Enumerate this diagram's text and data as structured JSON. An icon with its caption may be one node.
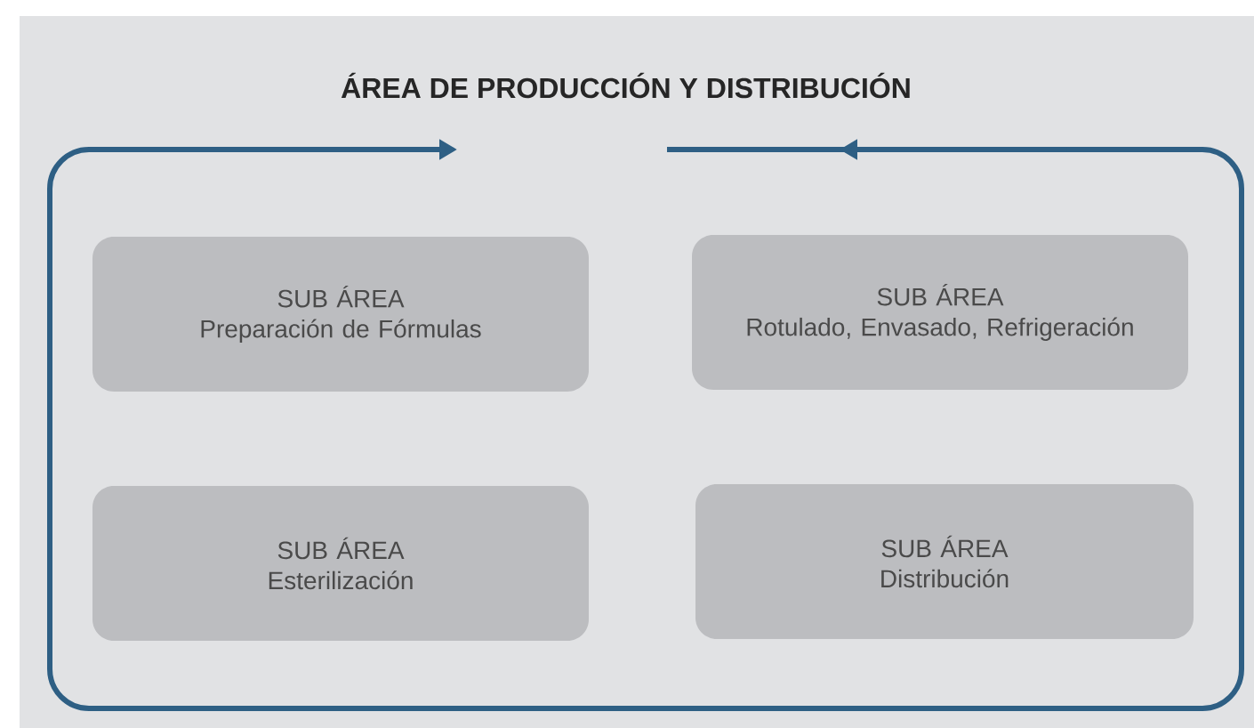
{
  "diagram": {
    "title": "ÁREA DE PRODUCCIÓN Y DISTRIBUCIÓN",
    "nodes": [
      {
        "text": [
          "SUB ÁREA",
          "Preparación de Fórmulas"
        ]
      },
      {
        "text": [
          "SUB ÁREA",
          "Rotulado, Envasado, Refrigeración"
        ]
      },
      {
        "text": [
          "SUB ÁREA",
          "Esterilización"
        ]
      },
      {
        "text": [
          "SUB ÁREA",
          "Distribución"
        ]
      }
    ]
  }
}
